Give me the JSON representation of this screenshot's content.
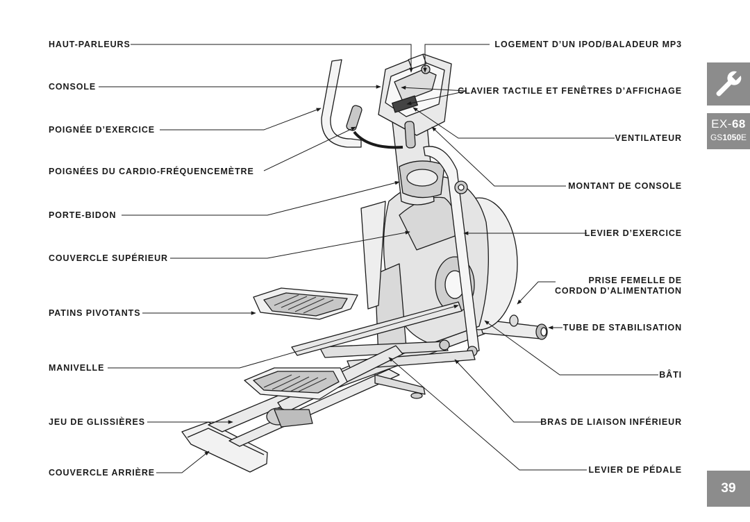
{
  "labels_left": [
    {
      "id": "haut-parleurs",
      "text": "HAUT-PARLEURS"
    },
    {
      "id": "console",
      "text": "CONSOLE"
    },
    {
      "id": "poignee-exercice",
      "text": "POIGNÉE D’EXERCICE"
    },
    {
      "id": "poignees-cardio",
      "text": "POIGNÉES DU CARDIO-FRÉQUENCEMÈTRE"
    },
    {
      "id": "porte-bidon",
      "text": "PORTE-BIDON"
    },
    {
      "id": "couvercle-superieur",
      "text": "COUVERCLE SUPÉRIEUR"
    },
    {
      "id": "patins-pivotants",
      "text": "PATINS PIVOTANTS"
    },
    {
      "id": "manivelle",
      "text": "MANIVELLE"
    },
    {
      "id": "jeu-glissieres",
      "text": "JEU DE GLISSIÈRES"
    },
    {
      "id": "couvercle-arriere",
      "text": "COUVERCLE ARRIÈRE"
    }
  ],
  "labels_right": [
    {
      "id": "logement-ipod",
      "text": "LOGEMENT D’UN IPOD/BALADEUR MP3"
    },
    {
      "id": "clavier-tactile",
      "text": "CLAVIER TACTILE ET FENÊTRES D’AFFICHAGE"
    },
    {
      "id": "ventilateur",
      "text": "VENTILATEUR"
    },
    {
      "id": "montant-console",
      "text": "MONTANT DE CONSOLE"
    },
    {
      "id": "levier-exercice",
      "text": "LEVIER D’EXERCICE"
    },
    {
      "id": "prise-femelle-1",
      "text": "PRISE FEMELLE DE"
    },
    {
      "id": "prise-femelle-2",
      "text": "CORDON D’ALIMENTATION"
    },
    {
      "id": "tube-stabilisation",
      "text": "TUBE DE STABILISATION"
    },
    {
      "id": "bati",
      "text": "BÂTI"
    },
    {
      "id": "bras-liaison",
      "text": "BRAS DE LIAISON INFÉRIEUR"
    },
    {
      "id": "levier-pedale",
      "text": "LEVIER DE PÉDALE"
    }
  ],
  "side_tab": {
    "icon": "wrench-icon",
    "model_prefix": "EX-",
    "model_number": "68",
    "model_sub_a": "GS",
    "model_sub_b": "1050",
    "model_sub_c": "E"
  },
  "page_number": "39",
  "colors": {
    "tab_gray": "#8c8c8c",
    "line": "#1a1a1a"
  }
}
